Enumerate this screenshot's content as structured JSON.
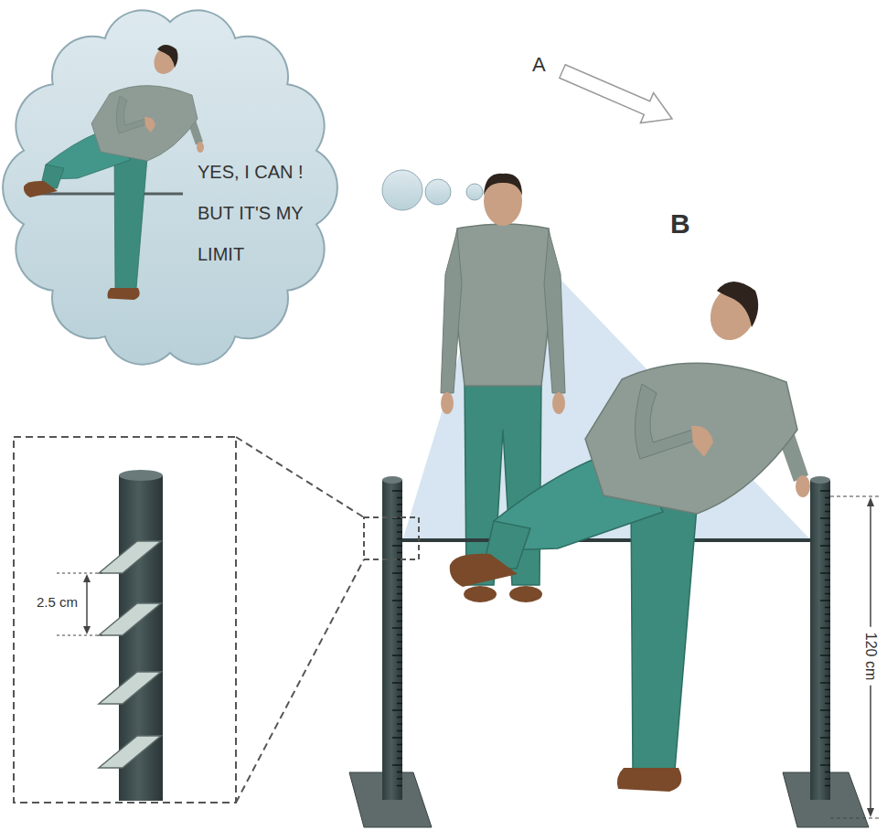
{
  "diagram": {
    "nodes": [
      {
        "text": [
          "YES, I CAN ! BUT IT'S MY LIMIT"
        ]
      }
    ],
    "labels": [
      "A",
      "B",
      "2.5 cm",
      "120 cm"
    ]
  }
}
